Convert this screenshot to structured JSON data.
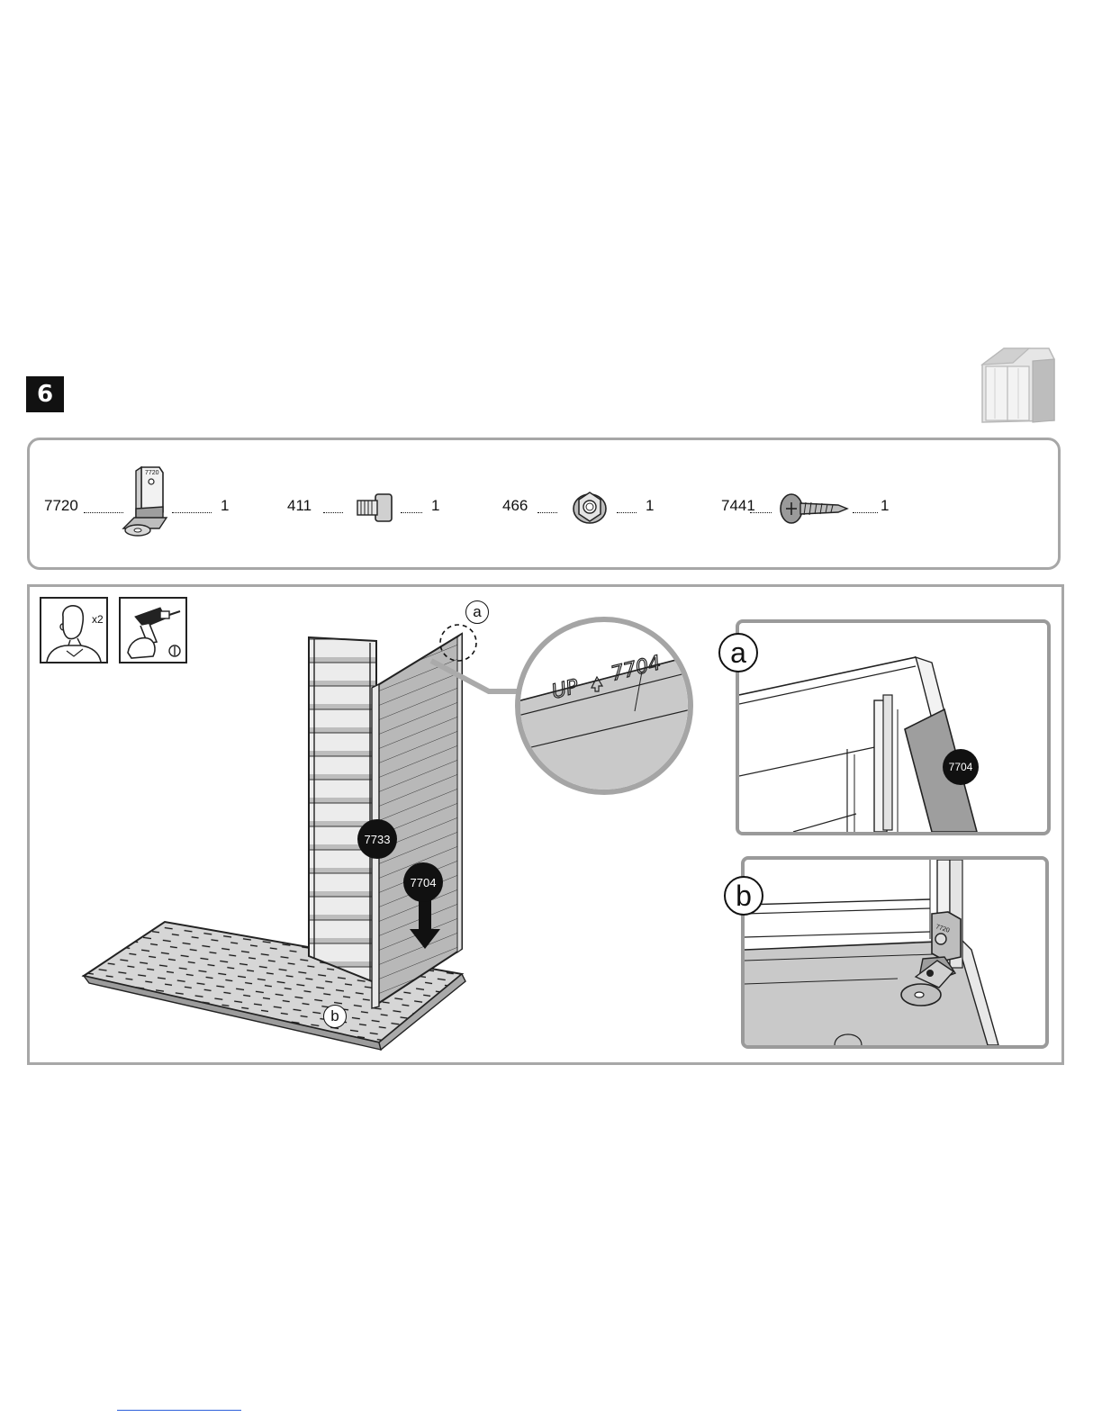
{
  "step": {
    "number": "6"
  },
  "parts": [
    {
      "part_no": "7720",
      "qty": "1",
      "icon": "l-bracket-icon"
    },
    {
      "part_no": "411",
      "qty": "1",
      "icon": "square-bolt-icon"
    },
    {
      "part_no": "466",
      "qty": "1",
      "icon": "flange-nut-icon"
    },
    {
      "part_no": "7441",
      "qty": "1",
      "icon": "screw-icon"
    }
  ],
  "tools": {
    "persons_label": "x2"
  },
  "labels": {
    "bracket_stamp": "7720",
    "zoom_text_up": "UP",
    "zoom_text_part": "7704",
    "callout_wall_panel": "7733",
    "callout_side_panel": "7704",
    "detail_a_letter": "a",
    "detail_a_part": "7704",
    "detail_b_letter": "b",
    "detail_b_stamp": "7720",
    "marker_a": "a",
    "marker_b": "b"
  },
  "colors": {
    "panel_border": "#a7a7a7",
    "fill_grey": "#c9c9c9",
    "callout": "#111111"
  }
}
